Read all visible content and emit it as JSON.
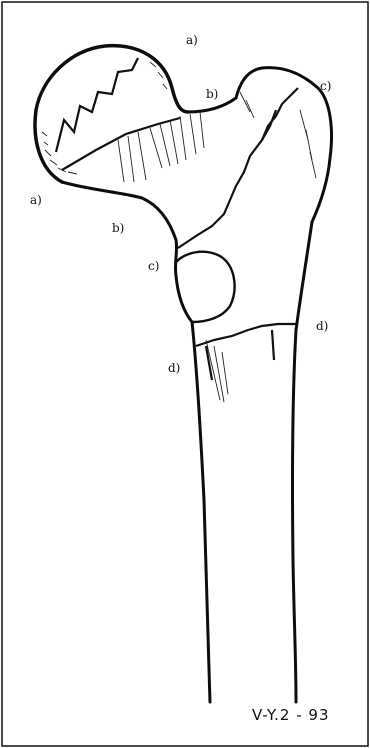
{
  "labels": {
    "a_top": "a)",
    "b_top": "b)",
    "c_top": "c)",
    "a_left": "a)",
    "b_left": "b)",
    "c_left": "c)",
    "d_right": "d)",
    "d_left": "d)"
  },
  "signature": "V-Y.2 - 93",
  "colors": {
    "ink": "#0d0d0d",
    "paper": "#ffffff"
  }
}
